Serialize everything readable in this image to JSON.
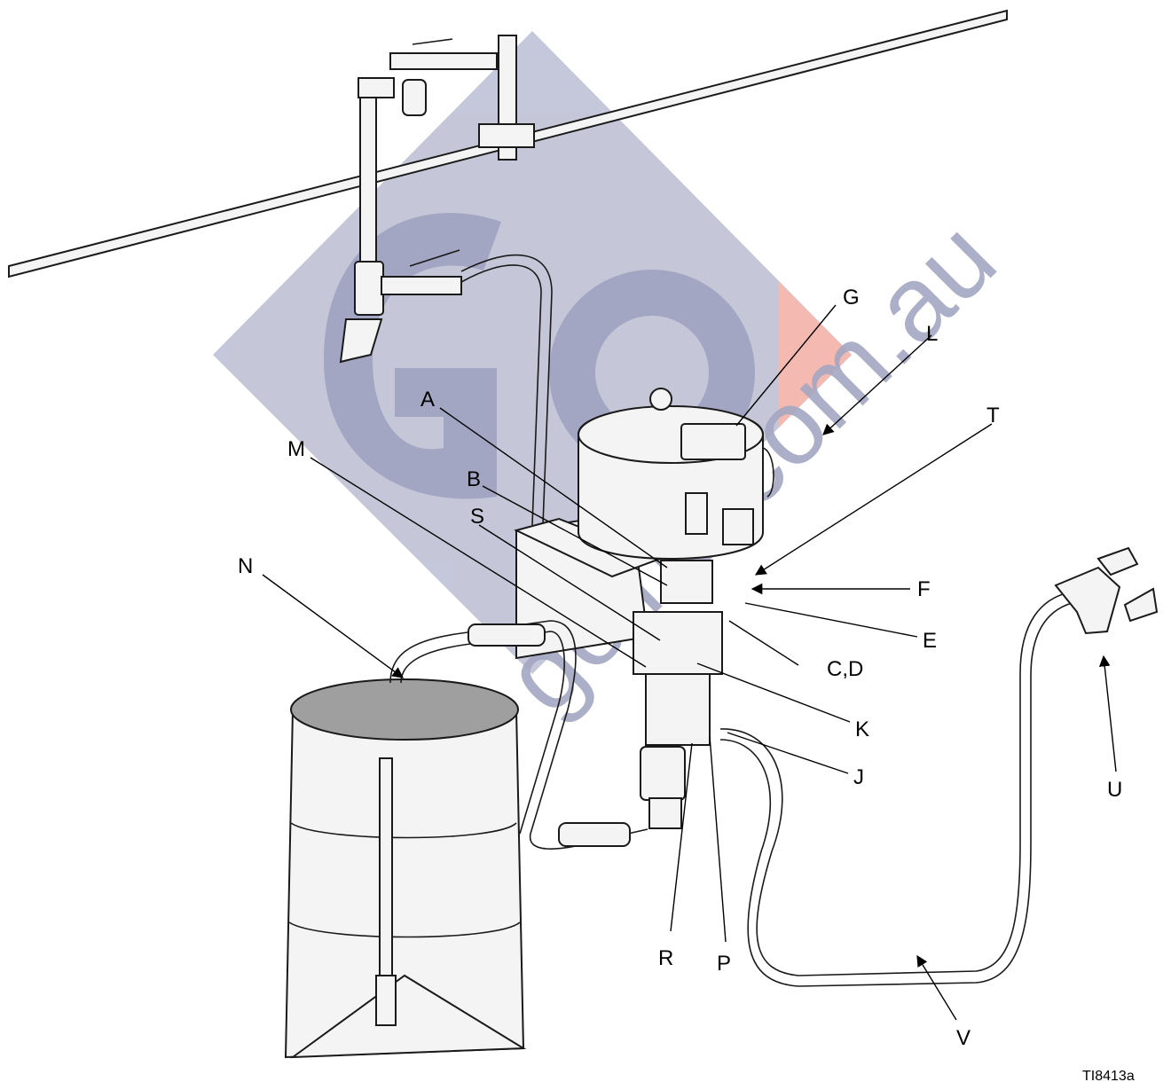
{
  "watermark": {
    "text": "goind.com.au",
    "color": "#9ea2bf",
    "accent_color": "#f4b6ad"
  },
  "figure_id": "TI8413a",
  "callouts": [
    {
      "id": "A",
      "label": "A"
    },
    {
      "id": "B",
      "label": "B"
    },
    {
      "id": "CD",
      "label": "C,D"
    },
    {
      "id": "E",
      "label": "E"
    },
    {
      "id": "F",
      "label": "F"
    },
    {
      "id": "G",
      "label": "G"
    },
    {
      "id": "J",
      "label": "J"
    },
    {
      "id": "K",
      "label": "K"
    },
    {
      "id": "L",
      "label": "L"
    },
    {
      "id": "M",
      "label": "M"
    },
    {
      "id": "N",
      "label": "N"
    },
    {
      "id": "P",
      "label": "P"
    },
    {
      "id": "R",
      "label": "R"
    },
    {
      "id": "S",
      "label": "S"
    },
    {
      "id": "T",
      "label": "T"
    },
    {
      "id": "U",
      "label": "U"
    },
    {
      "id": "V",
      "label": "V"
    }
  ]
}
